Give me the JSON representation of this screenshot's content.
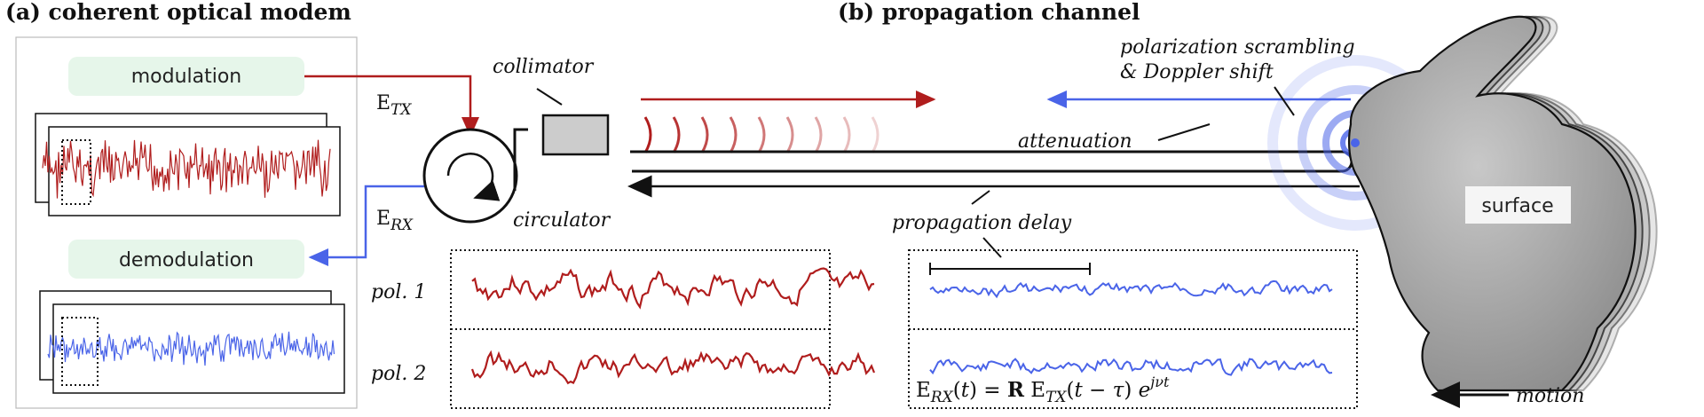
{
  "headers": {
    "modem": "(a) coherent optical modem",
    "channel": "(b) propagation channel"
  },
  "modem": {
    "modulation_label": "modulation",
    "demodulation_label": "demodulation",
    "etx_base": "E",
    "etx_sub": "TX",
    "erx_base": "E",
    "erx_sub": "RX"
  },
  "labels": {
    "collimator": "collimator",
    "circulator": "circulator",
    "polarization_line1": "polarization scrambling",
    "polarization_line2": "& Doppler shift",
    "attenuation": "attenuation",
    "propagation_delay": "propagation delay",
    "surface": "surface",
    "motion": "motion",
    "pol1": "pol. 1",
    "pol2": "pol. 2"
  },
  "equation": {
    "text": "E_RX(t) = R E_TX(t − τ) e^{jνt}"
  },
  "colors": {
    "transmit": "#b01d1d",
    "receive": "#4a64e8",
    "pill": "#e6f6ea",
    "box": "#cccccc",
    "bunny": "#a9a9a9"
  }
}
